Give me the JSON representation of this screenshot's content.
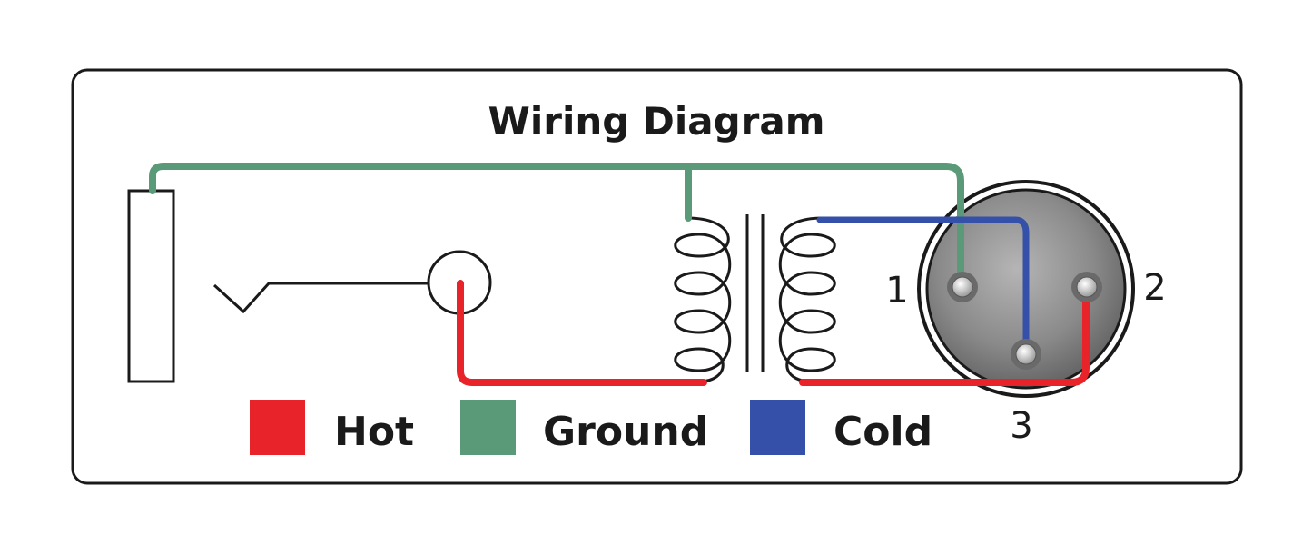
{
  "title": "Wiring Diagram",
  "colors": {
    "hot": "#e8232a",
    "ground": "#5a9a78",
    "cold": "#3550a8",
    "outline": "#1a1a1a",
    "connector_fill": "#8c8c8c"
  },
  "legend": [
    {
      "key": "hot",
      "label": "Hot"
    },
    {
      "key": "ground",
      "label": "Ground"
    },
    {
      "key": "cold",
      "label": "Cold"
    }
  ],
  "pins": [
    {
      "id": "1",
      "label": "1"
    },
    {
      "id": "2",
      "label": "2"
    },
    {
      "id": "3",
      "label": "3"
    }
  ]
}
